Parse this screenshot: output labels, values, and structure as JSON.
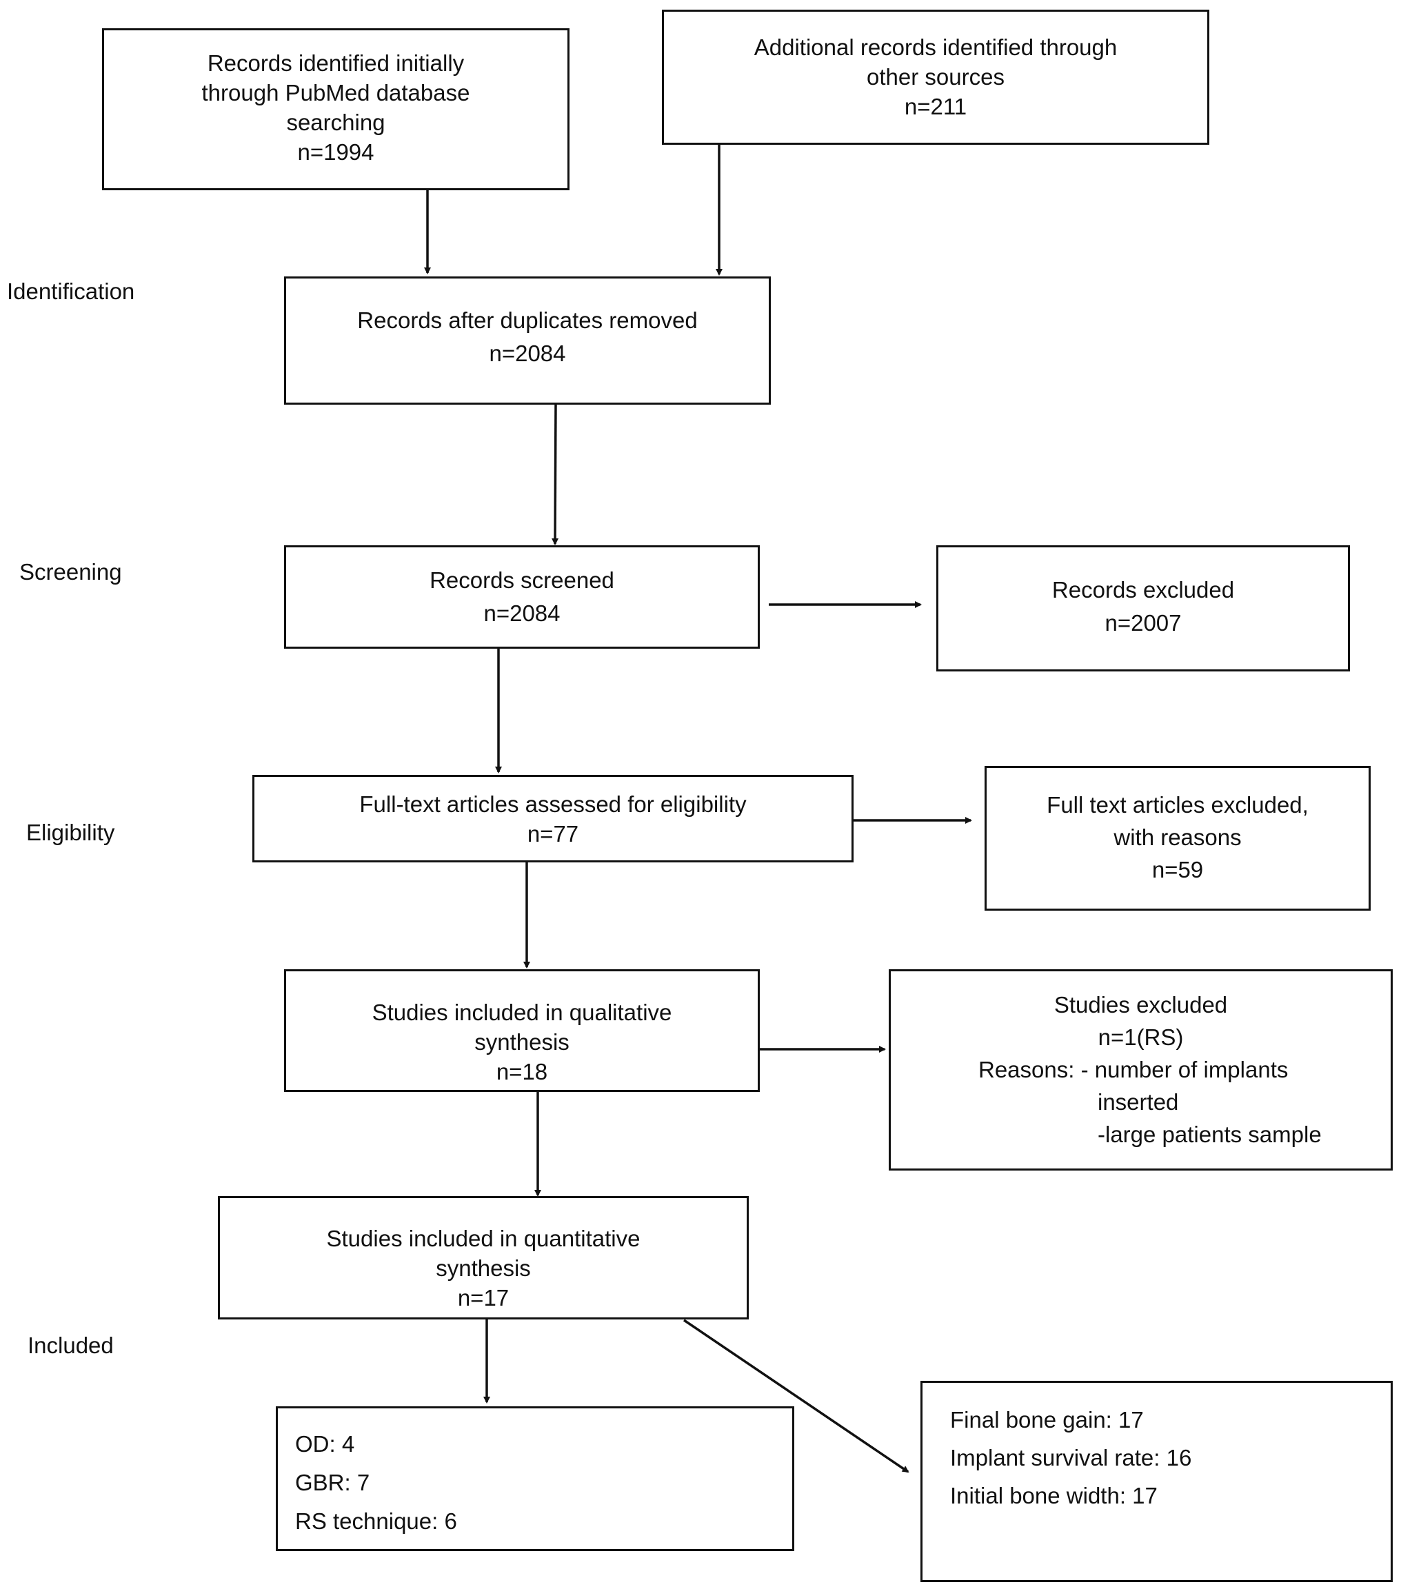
{
  "stages": {
    "identification": "Identification",
    "screening": "Screening",
    "eligibility": "Eligibility",
    "included": "Included"
  },
  "boxes": {
    "pubmed": {
      "lines": [
        "Records identified initially",
        "through PubMed database",
        "searching",
        "n=1994"
      ]
    },
    "other_sources": {
      "lines": [
        "Additional records identified through",
        "other sources",
        "n=211"
      ]
    },
    "duplicates_removed": {
      "lines": [
        "Records after duplicates removed",
        "n=2084"
      ]
    },
    "screened": {
      "lines": [
        "Records screened",
        "n=2084"
      ]
    },
    "records_excluded": {
      "lines": [
        "Records excluded",
        "n=2007"
      ]
    },
    "fulltext_assessed": {
      "lines": [
        "Full-text articles assessed for eligibility",
        "n=77"
      ]
    },
    "fulltext_excluded": {
      "lines": [
        "Full text articles excluded,",
        "with reasons",
        "n=59"
      ]
    },
    "qualitative": {
      "lines": [
        "Studies included in qualitative",
        "synthesis",
        "n=18"
      ]
    },
    "studies_excluded": {
      "lines": [
        "Studies excluded",
        "n=1(RS)",
        "Reasons: - number of implants",
        "inserted",
        "-large patients sample"
      ]
    },
    "quantitative": {
      "lines": [
        "Studies included in quantitative",
        "synthesis",
        "n=17"
      ]
    },
    "techniques": {
      "lines": [
        "OD: 4",
        "GBR: 7",
        "RS technique: 6"
      ]
    },
    "outcomes": {
      "lines": [
        "Final bone gain: 17",
        "Implant survival rate: 16",
        "Initial bone width: 17"
      ]
    }
  }
}
